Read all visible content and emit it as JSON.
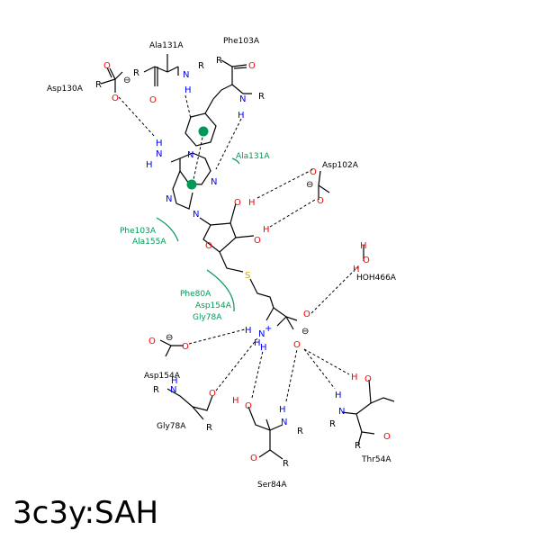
{
  "title": "3c3y:SAH",
  "colors": {
    "oxygen": "#ff0000",
    "nitrogen": "#0000ff",
    "sulfur": "#ccaa00",
    "hydrophobic": "#009955",
    "bond": "#000000"
  },
  "residues": {
    "ala131_top": "Ala131A",
    "phe103_top": "Phe103A",
    "asp130": "Asp130A",
    "ala131_hyd": "Ala131A",
    "asp102": "Asp102A",
    "phe103_hyd": "Phe103A",
    "ala155_hyd": "Ala155A",
    "hoh466": "HOH466A",
    "phe80_hyd": "Phe80A",
    "asp154_hyd": "Asp154A",
    "gly78_hyd": "Gly78A",
    "asp154": "Asp154A",
    "gly78": "Gly78A",
    "ser84": "Ser84A",
    "thr54": "Thr54A"
  },
  "atoms": {
    "r": "R",
    "o": "O",
    "n": "N",
    "h": "H",
    "s": "S",
    "minus": "⊖",
    "nh_plus": "N",
    "plus": "+"
  }
}
